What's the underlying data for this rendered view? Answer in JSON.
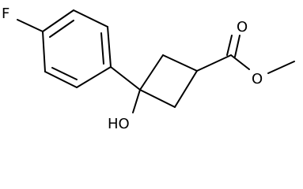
{
  "molecule": {
    "atom_labels": {
      "fluorine": "F",
      "hydroxyl": "HO",
      "carbonyl_oxygen": "O",
      "ester_oxygen": "O"
    }
  }
}
